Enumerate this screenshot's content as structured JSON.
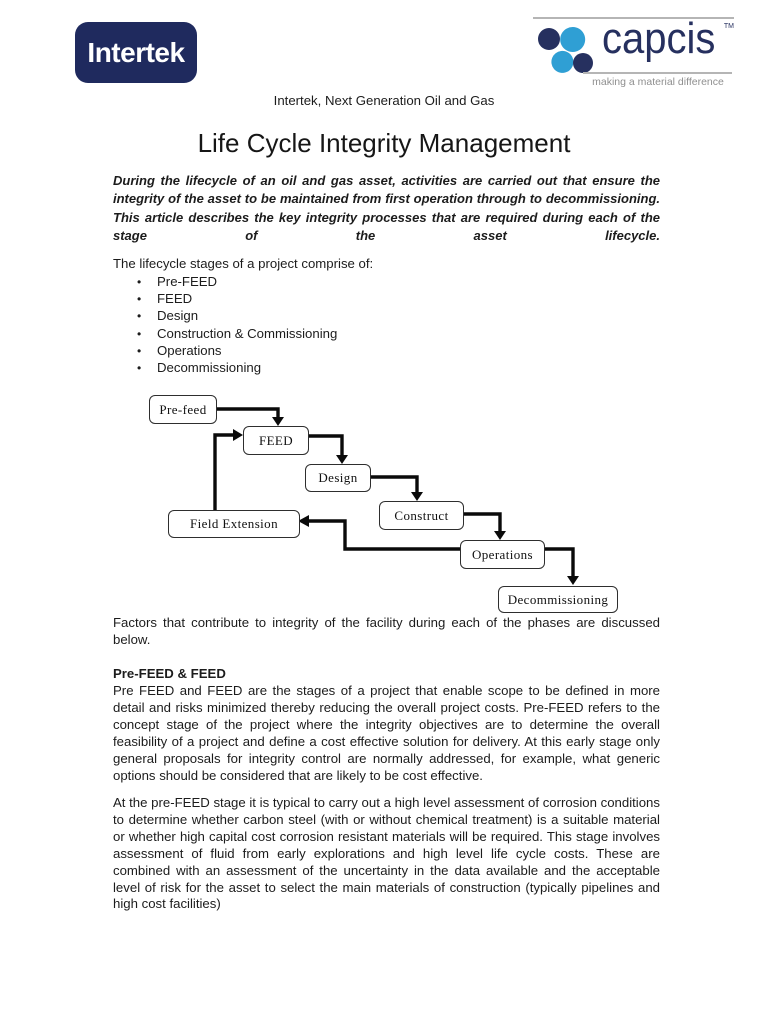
{
  "header": {
    "subtitle": "Intertek, Next Generation Oil and Gas",
    "title": "Life Cycle Integrity Management"
  },
  "logos": {
    "intertek": {
      "text": "Intertek",
      "bg_color": "#1f2a5e"
    },
    "capcis": {
      "text": "capcis",
      "tm": "TM",
      "tagline": "making a material difference",
      "navy": "#26305f",
      "blue": "#2f9fd4"
    }
  },
  "intro": {
    "lead_paragraph": "During the lifecycle of an oil and gas asset, activities are carried out that ensure the integrity of the asset to be maintained from first operation through to decommissioning.  This article describes the key integrity processes that are required during each of the stage of the asset lifecycle.",
    "list_intro": "The lifecycle stages of a project comprise of:",
    "bullet_glyph": "•",
    "stages": [
      "Pre-FEED",
      "FEED",
      "Design",
      "Construction & Commissioning",
      "Operations",
      "Decommissioning"
    ]
  },
  "diagram": {
    "boxes": [
      {
        "id": "prefeed",
        "label": "Pre-feed"
      },
      {
        "id": "feed",
        "label": "FEED"
      },
      {
        "id": "design",
        "label": "Design"
      },
      {
        "id": "construct",
        "label": "Construct"
      },
      {
        "id": "field_extension",
        "label": "Field Extension"
      },
      {
        "id": "operations",
        "label": "Operations"
      },
      {
        "id": "decommissioning",
        "label": "Decommissioning"
      }
    ],
    "flows": [
      {
        "from": "Pre-feed",
        "to": "FEED"
      },
      {
        "from": "FEED",
        "to": "Design"
      },
      {
        "from": "Design",
        "to": "Construct"
      },
      {
        "from": "Construct",
        "to": "Operations"
      },
      {
        "from": "Operations",
        "to": "Decommissioning"
      },
      {
        "from": "Operations",
        "to": "Field Extension"
      },
      {
        "from": "Field Extension",
        "to": "FEED"
      }
    ]
  },
  "body": {
    "factors_paragraph": "Factors that contribute to integrity of the facility during each of the phases are discussed below.",
    "section_heading": "Pre-FEED & FEED",
    "paragraph_1": "Pre FEED and FEED are the stages of a project that enable scope to be defined in more detail and risks minimized thereby reducing the overall project costs.  Pre-FEED refers to the concept stage of the project where the integrity objectives are to determine the overall feasibility of a project and define a cost effective solution for delivery.  At this early stage only general proposals for integrity control are normally addressed, for example, what generic options should be considered that are likely to be cost effective.",
    "paragraph_2": "At the pre-FEED stage it is typical to carry out a high level assessment of corrosion conditions to determine whether carbon steel (with or without chemical treatment) is a suitable material or whether high capital cost corrosion resistant materials will be required.  This stage involves assessment of fluid from early explorations and high level life cycle costs.  These are combined with an assessment of the uncertainty in the data available and the acceptable level of risk for the asset to select the main materials of construction (typically pipelines and high cost facilities)"
  }
}
